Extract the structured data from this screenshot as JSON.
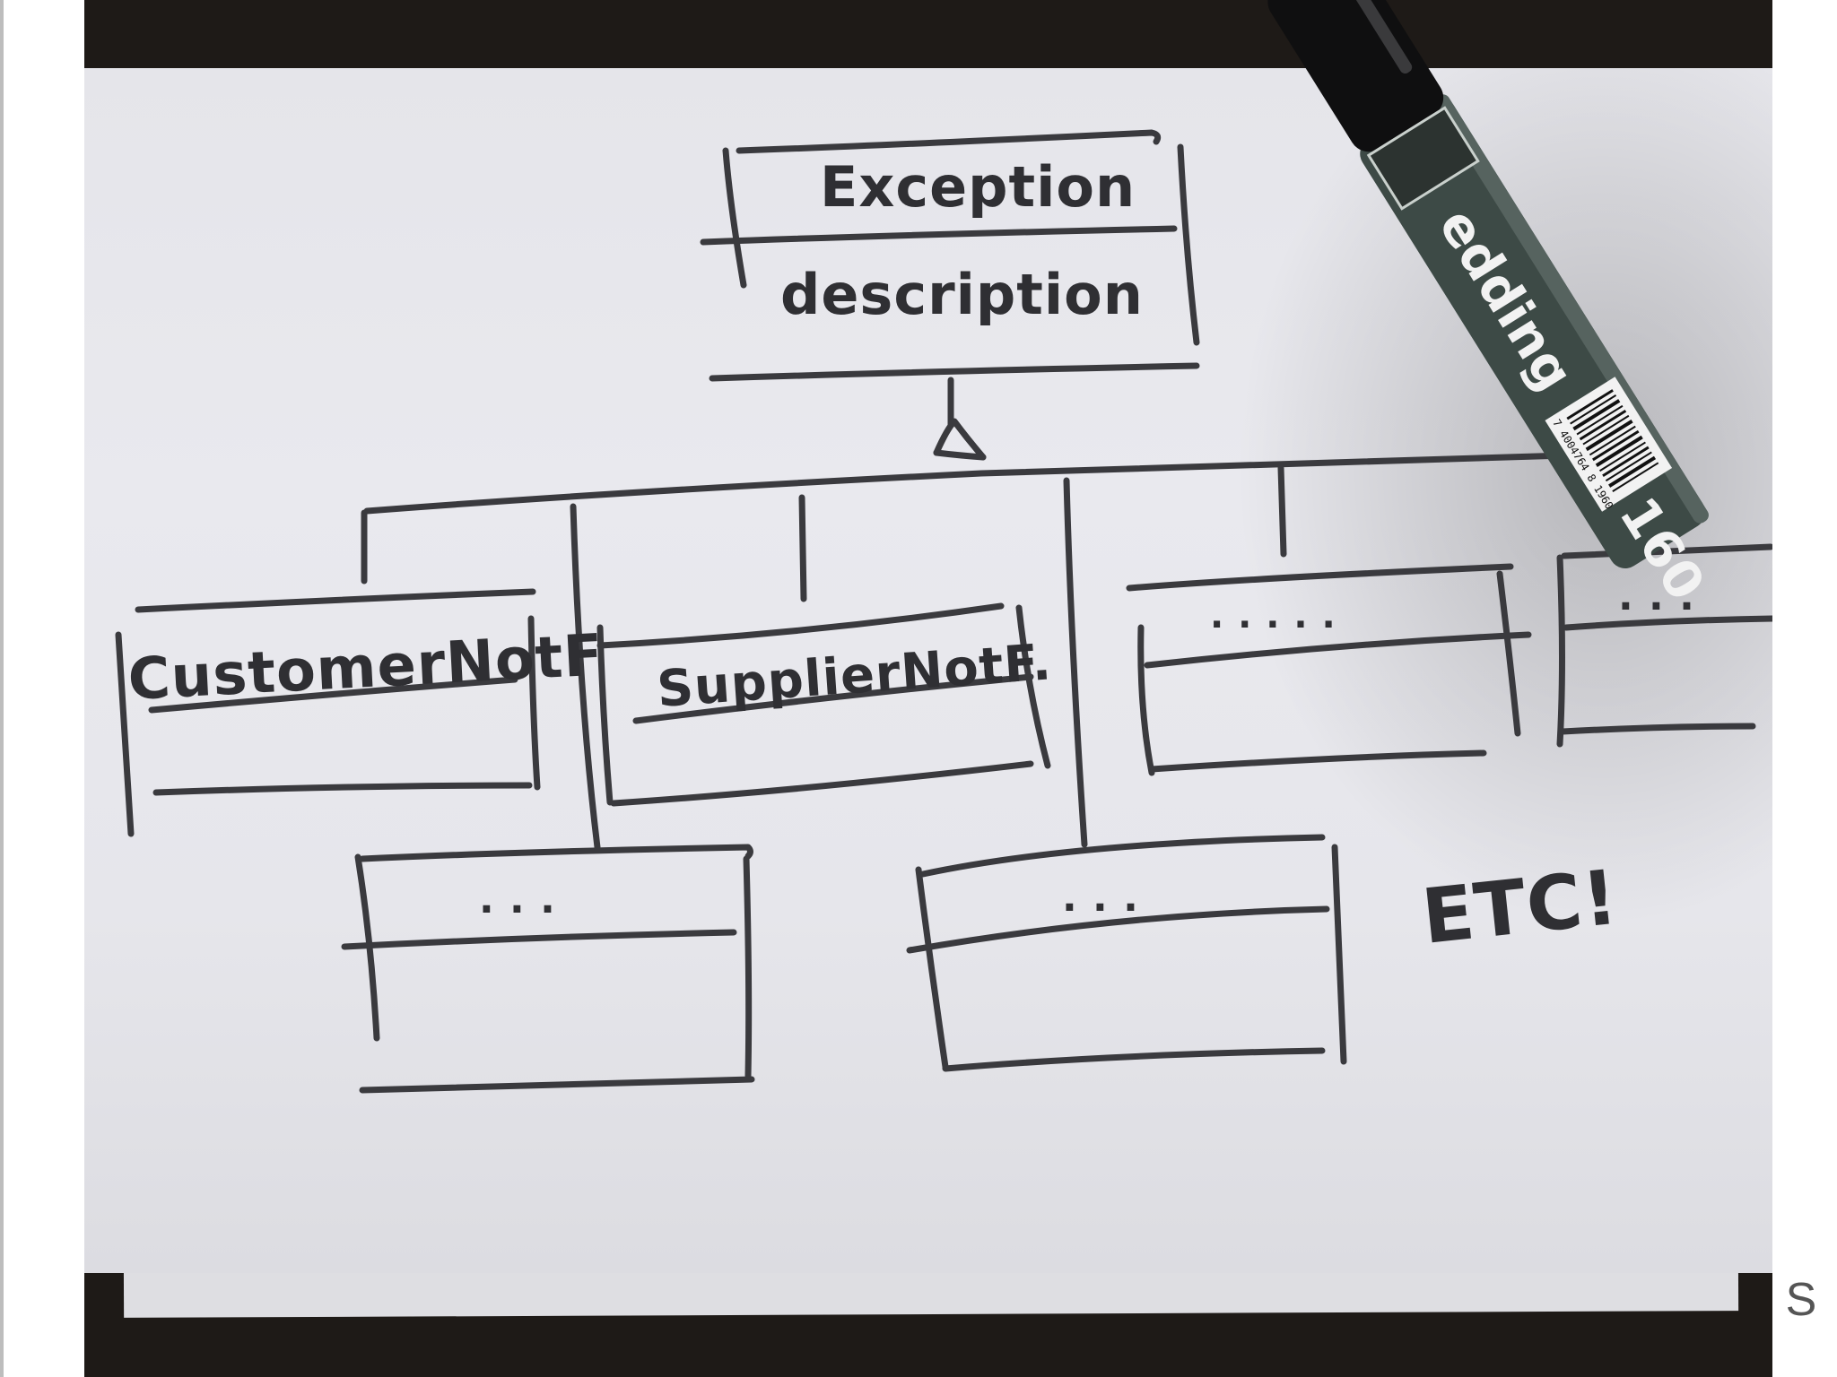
{
  "diagram": {
    "root_class": {
      "name": "Exception",
      "attribute": "description"
    },
    "subclasses": [
      {
        "name": "CustomerNotF"
      },
      {
        "name": "SupplierNotF."
      },
      {
        "name": "· · · · ·"
      },
      {
        "name": ". . ."
      },
      {
        "name": ". . ."
      },
      {
        "name": ". . ."
      }
    ],
    "note": "ETC!"
  },
  "marker": {
    "brand": "edding",
    "model": "160",
    "barcode_digits": "7 4004764 8 1960"
  },
  "slide": {
    "corner_letter": "S"
  },
  "colors": {
    "ink": "#2f2f33",
    "paper": "#e7e7ec",
    "table": "#1e1a17",
    "marker_body": "#3d4a46"
  }
}
